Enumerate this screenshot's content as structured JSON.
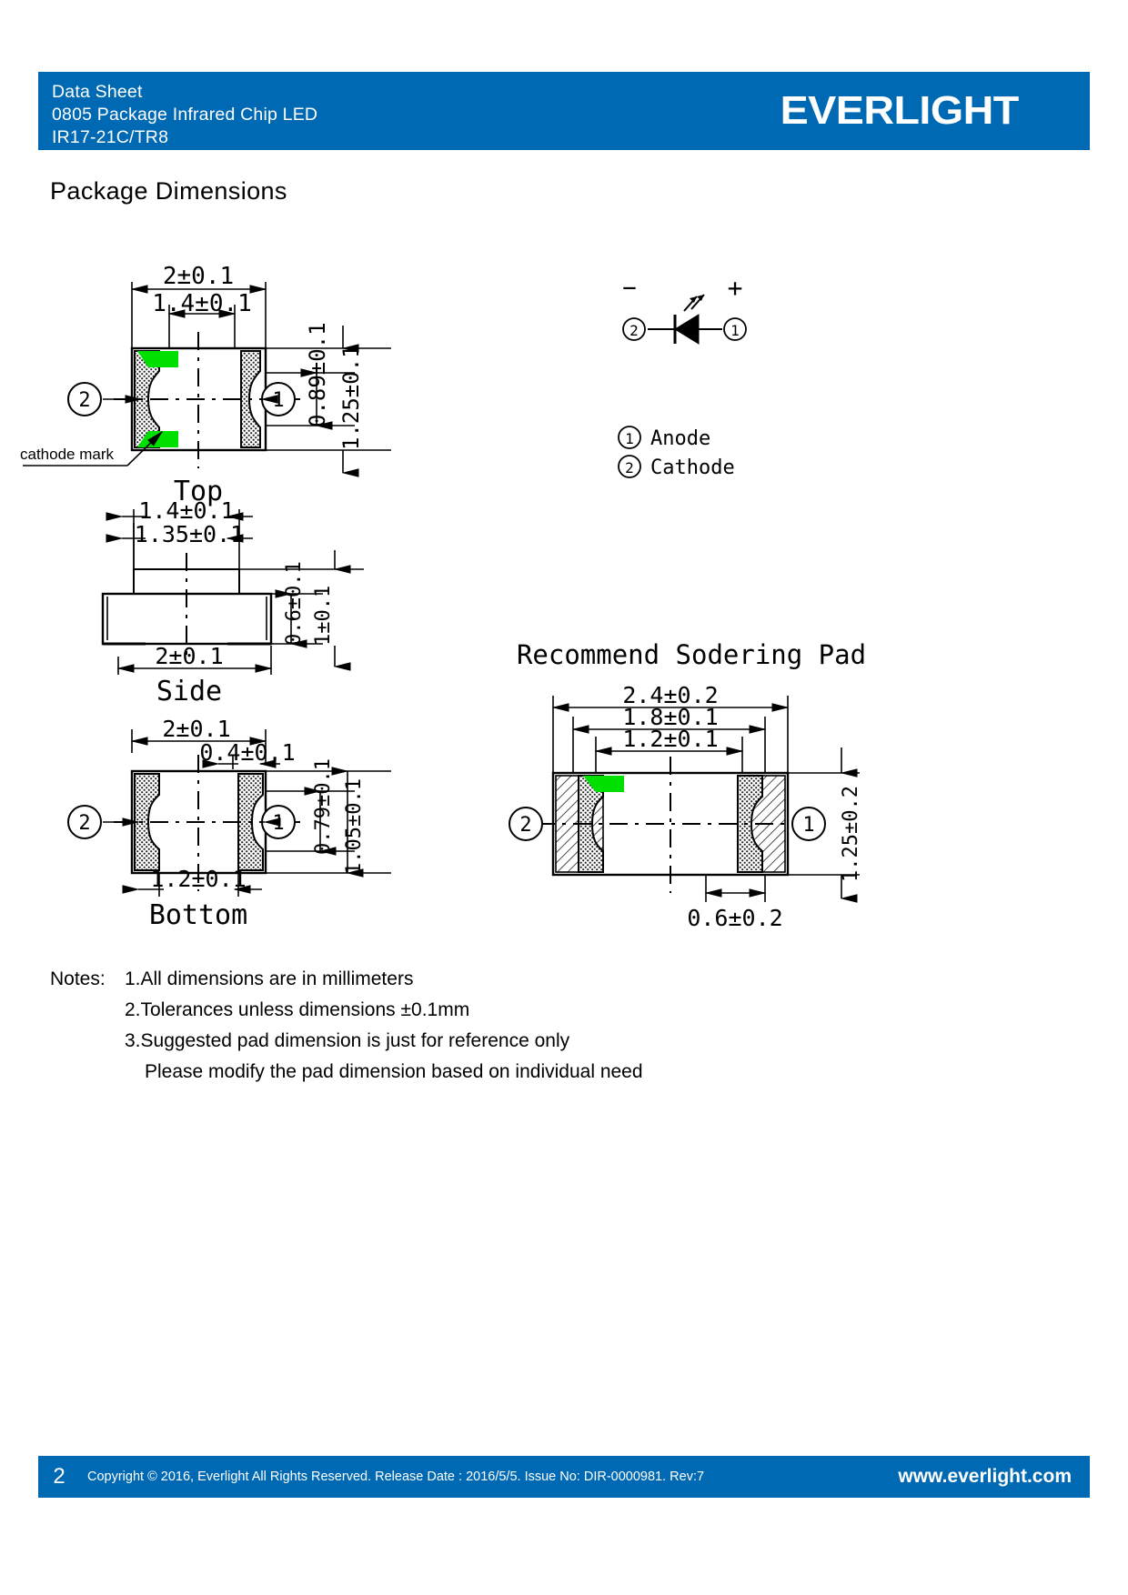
{
  "header": {
    "line1": "Data Sheet",
    "line2": "0805 Package Infrared Chip LED",
    "line3": "IR17-21C/TR8",
    "brand": "EVERLIGHT",
    "bg_color": "#0069b4"
  },
  "section": {
    "title": "Package Dimensions"
  },
  "drawing": {
    "accent_green": "#00e000",
    "top_view": {
      "caption": "Top",
      "cathode_mark_label": "cathode mark",
      "pin_left": "2",
      "pin_right": "1",
      "dim_width_overall": "2±0.1",
      "dim_width_inner": "1.4±0.1",
      "dim_height_inner": "0.89±0.1",
      "dim_height_overall": "1.25±0.1"
    },
    "side_view": {
      "caption": "Side",
      "dim_top_1": "1.4±0.1",
      "dim_top_2": "1.35±0.1",
      "dim_bottom": "2±0.1",
      "dim_height_inner": "0.6±0.1",
      "dim_height_overall": "1±0.1"
    },
    "bottom_view": {
      "caption": "Bottom",
      "pin_left": "2",
      "pin_right": "1",
      "dim_width_overall": "2±0.1",
      "dim_pad_gap": "0.4±0.1",
      "dim_width_inner": "1.2±0.1",
      "dim_height_inner": "0.79±0.1",
      "dim_height_overall": "1.05±0.1"
    },
    "symbol": {
      "minus": "−",
      "plus": "+",
      "pin_left": "2",
      "pin_right": "1",
      "legend_anode_num": "1",
      "legend_anode_text": "Anode",
      "legend_cathode_num": "2",
      "legend_cathode_text": "Cathode"
    },
    "solder_pad": {
      "title": "Recommend  Sodering  Pad",
      "pin_left": "2",
      "pin_right": "1",
      "dim_width_overall": "2.4±0.2",
      "dim_width_mid": "1.8±0.1",
      "dim_width_inner": "1.2±0.1",
      "dim_height_overall": "1.25±0.2",
      "dim_pad_width": "0.6±0.2"
    }
  },
  "notes": {
    "label": "Notes:",
    "items": [
      "1.All dimensions are in millimeters",
      "2.Tolerances unless dimensions ±0.1mm",
      "3.Suggested pad dimension is just for reference only"
    ],
    "continuation": "Please modify the pad dimension based on individual need"
  },
  "footer": {
    "page_number": "2",
    "copyright": "Copyright © 2016, Everlight All Rights Reserved. Release Date : 2016/5/5. Issue No: DIR-0000981. Rev:7",
    "website": "www.everlight.com",
    "bg_color": "#0069b4"
  }
}
